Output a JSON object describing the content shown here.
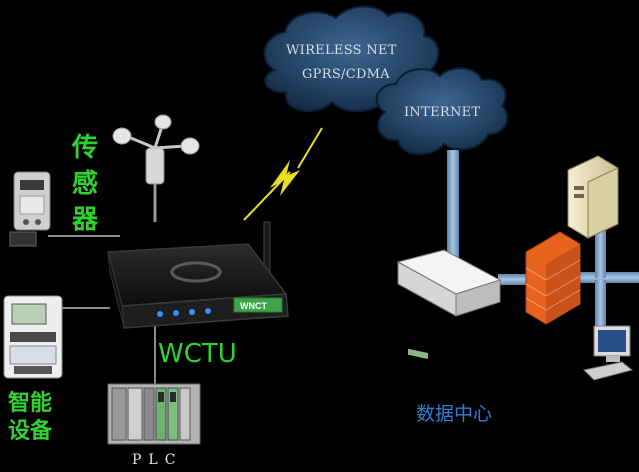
{
  "cloud_wireless": {
    "line1": "WIRELESS NET",
    "line2": "GPRS/CDMA"
  },
  "cloud_internet": {
    "label": "INTERNET"
  },
  "sensor_label": [
    "传",
    "感",
    "器"
  ],
  "device_label": {
    "line1": "智能",
    "line2": "设备"
  },
  "router": {
    "label": "WCTU",
    "brand": "WNCT"
  },
  "plc_label": "PLC",
  "data_center_label": "数据中心",
  "colors": {
    "background": "#000000",
    "cloud": "#2a4a6e",
    "link_line": "#7fa4c8",
    "green_label": "#2fd22f",
    "blue_label": "#2e7fd8",
    "firewall": "#e8641e",
    "lightning": "#e8e020"
  }
}
